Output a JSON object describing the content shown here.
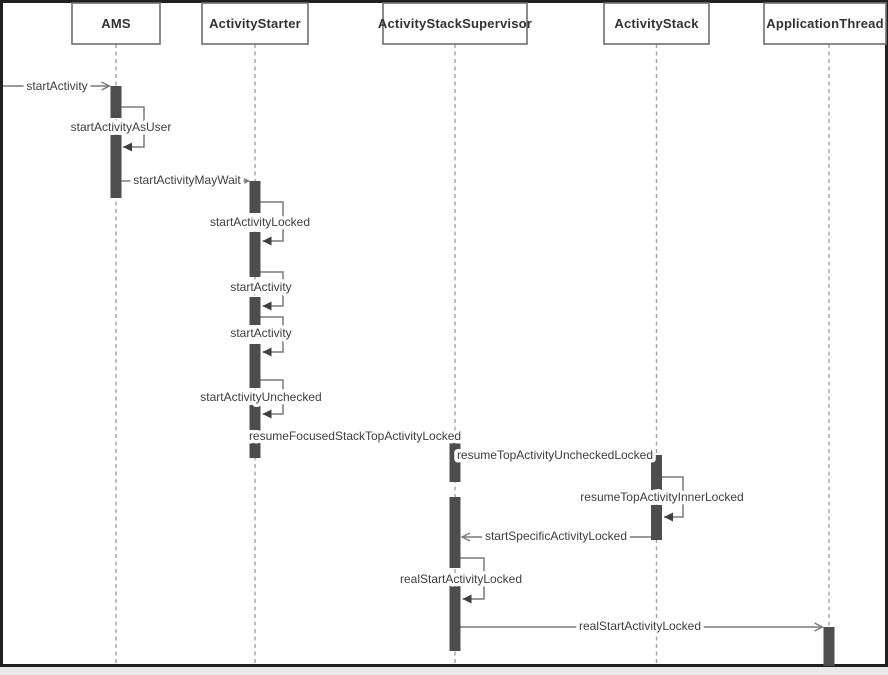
{
  "diagram": {
    "type": "uml-sequence-diagram",
    "participants": [
      {
        "name": "AMS"
      },
      {
        "name": "ActivityStarter"
      },
      {
        "name": "ActivityStackSupervisor"
      },
      {
        "name": "ActivityStack"
      },
      {
        "name": "ApplicationThread"
      }
    ],
    "messages": [
      {
        "label": "startActivity",
        "from": "",
        "to": "AMS",
        "kind": "call"
      },
      {
        "label": "startActivityAsUser",
        "from": "AMS",
        "to": "AMS",
        "kind": "self"
      },
      {
        "label": "startActivityMayWait",
        "from": "AMS",
        "to": "ActivityStarter",
        "kind": "call"
      },
      {
        "label": "startActivityLocked",
        "from": "ActivityStarter",
        "to": "ActivityStarter",
        "kind": "self"
      },
      {
        "label": "startActivity",
        "from": "ActivityStarter",
        "to": "ActivityStarter",
        "kind": "self"
      },
      {
        "label": "startActivity",
        "from": "ActivityStarter",
        "to": "ActivityStarter",
        "kind": "self"
      },
      {
        "label": "startActivityUnchecked",
        "from": "ActivityStarter",
        "to": "ActivityStarter",
        "kind": "self"
      },
      {
        "label": "resumeFocusedStackTopActivityLocked",
        "from": "ActivityStarter",
        "to": "ActivityStackSupervisor",
        "kind": "call"
      },
      {
        "label": "resumeTopActivityUncheckedLocked",
        "from": "ActivityStackSupervisor",
        "to": "ActivityStack",
        "kind": "call"
      },
      {
        "label": "resumeTopActivityInnerLocked",
        "from": "ActivityStack",
        "to": "ActivityStack",
        "kind": "self"
      },
      {
        "label": "startSpecificActivityLocked",
        "from": "ActivityStack",
        "to": "ActivityStackSupervisor",
        "kind": "call"
      },
      {
        "label": "realStartActivityLocked",
        "from": "ActivityStackSupervisor",
        "to": "ActivityStackSupervisor",
        "kind": "self"
      },
      {
        "label": "realStartActivityLocked",
        "from": "ActivityStackSupervisor",
        "to": "ApplicationThread",
        "kind": "call"
      }
    ],
    "colors": {
      "activation_bar": "#4d4d4d",
      "message_line": "#7a7a7a",
      "lifeline": "#a3a3a3",
      "frame_border": "#202020",
      "box_border": "#6e6e6e",
      "text": "#3e3e3e",
      "background": "#ffffff"
    }
  }
}
